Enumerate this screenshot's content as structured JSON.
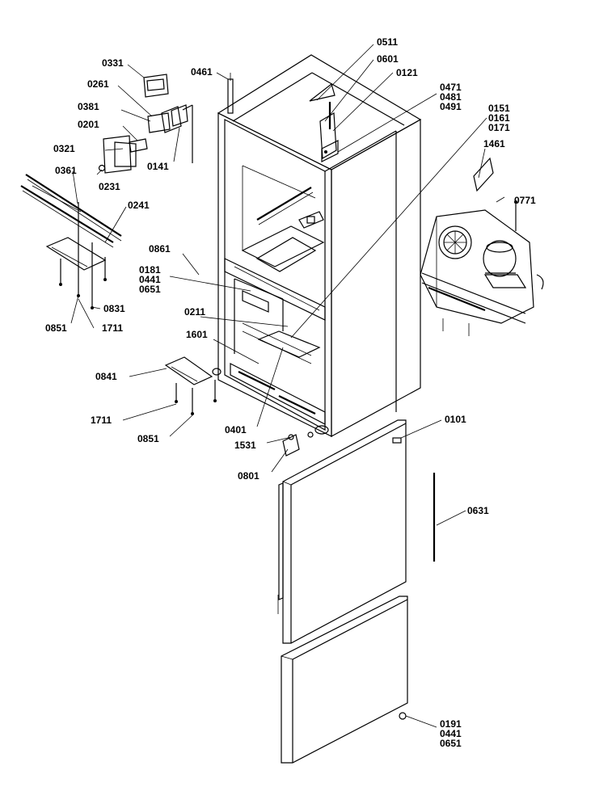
{
  "diagram": {
    "colors": {
      "line": "#000000",
      "background": "#ffffff"
    },
    "callouts": [
      {
        "id": "c0331",
        "lines": [
          "0331"
        ]
      },
      {
        "id": "c0261",
        "lines": [
          "0261"
        ]
      },
      {
        "id": "c0381",
        "lines": [
          "0381"
        ]
      },
      {
        "id": "c0201",
        "lines": [
          "0201"
        ]
      },
      {
        "id": "c0321",
        "lines": [
          "0321"
        ]
      },
      {
        "id": "c0141",
        "lines": [
          "0141"
        ]
      },
      {
        "id": "c0231",
        "lines": [
          "0231"
        ]
      },
      {
        "id": "c0361",
        "lines": [
          "0361"
        ]
      },
      {
        "id": "c0241",
        "lines": [
          "0241"
        ]
      },
      {
        "id": "c0461",
        "lines": [
          "0461"
        ]
      },
      {
        "id": "c0511",
        "lines": [
          "0511"
        ]
      },
      {
        "id": "c0601",
        "lines": [
          "0601"
        ]
      },
      {
        "id": "c0121",
        "lines": [
          "0121"
        ]
      },
      {
        "id": "c0471",
        "lines": [
          "0471",
          "0481",
          "0491"
        ]
      },
      {
        "id": "c0151",
        "lines": [
          "0151",
          "0161",
          "0171"
        ]
      },
      {
        "id": "c1461",
        "lines": [
          "1461"
        ]
      },
      {
        "id": "c0771",
        "lines": [
          "0771"
        ]
      },
      {
        "id": "c0861",
        "lines": [
          "0861"
        ]
      },
      {
        "id": "c0181",
        "lines": [
          "0181",
          "0441",
          "0651"
        ]
      },
      {
        "id": "c0831a",
        "lines": [
          "0831"
        ]
      },
      {
        "id": "c0851a",
        "lines": [
          "0851"
        ]
      },
      {
        "id": "c1711a",
        "lines": [
          "1711"
        ]
      },
      {
        "id": "c0211",
        "lines": [
          "0211"
        ]
      },
      {
        "id": "c1601",
        "lines": [
          "1601"
        ]
      },
      {
        "id": "c0841",
        "lines": [
          "0841"
        ]
      },
      {
        "id": "c1711b",
        "lines": [
          "1711"
        ]
      },
      {
        "id": "c0851b",
        "lines": [
          "0851"
        ]
      },
      {
        "id": "c0401",
        "lines": [
          "0401"
        ]
      },
      {
        "id": "c1531",
        "lines": [
          "1531"
        ]
      },
      {
        "id": "c0801",
        "lines": [
          "0801"
        ]
      },
      {
        "id": "c0101",
        "lines": [
          "0101"
        ]
      },
      {
        "id": "c0631",
        "lines": [
          "0631"
        ]
      },
      {
        "id": "c0191",
        "lines": [
          "0191",
          "0441",
          "0651"
        ]
      }
    ]
  }
}
